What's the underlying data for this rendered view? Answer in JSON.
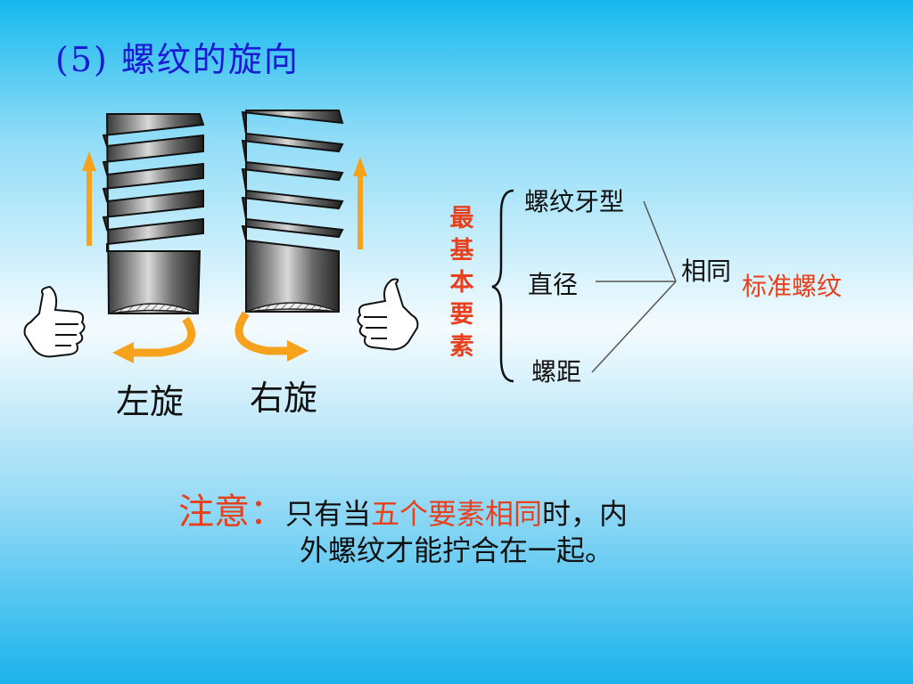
{
  "title": "(5) 螺纹的旋向",
  "labels": {
    "left": "左旋",
    "right": "右旋"
  },
  "vertical_label": [
    "最",
    "基",
    "本",
    "要",
    "素"
  ],
  "elements": [
    "螺纹牙型",
    "直径",
    "螺距"
  ],
  "same": "相同",
  "standard": "标准螺纹",
  "note": {
    "head": "注意：",
    "part1": "只有当",
    "highlight": "五个要素相同",
    "part2": "时，内",
    "line2": "外螺纹才能拧合在一起。"
  },
  "colors": {
    "title": "#1a1ad6",
    "accent": "#e8401c",
    "arrow": "#f7a21c"
  }
}
